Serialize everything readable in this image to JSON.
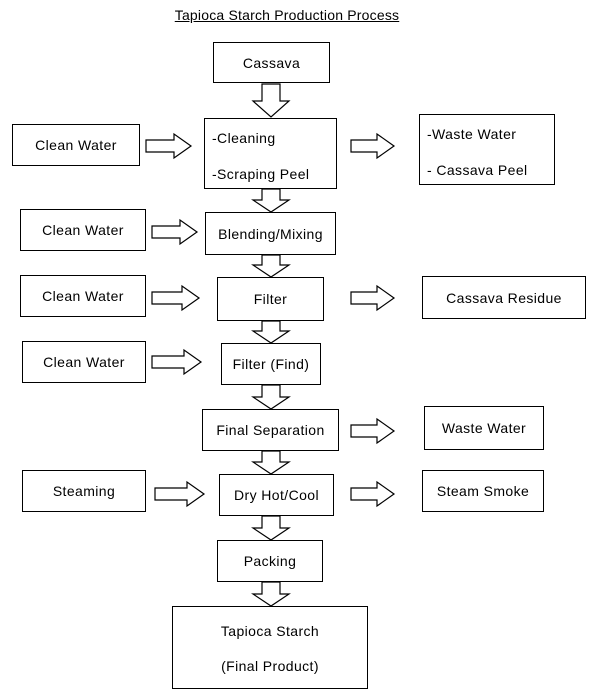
{
  "title": "Tapioca Starch Production Process",
  "steps": {
    "cassava": "Cassava",
    "cleaning_line1": "-Cleaning",
    "cleaning_line2": "-Scraping  Peel",
    "blending": "Blending/Mixing",
    "filter": "Filter",
    "filter_find": "Filter  (Find)",
    "final_separation": "Final  Separation",
    "dry": "Dry  Hot/Cool",
    "packing": "Packing",
    "product_line1": "Tapioca  Starch",
    "product_line2": "(Final  Product)"
  },
  "inputs": {
    "clean_water_1": "Clean  Water",
    "clean_water_2": "Clean  Water",
    "clean_water_3": "Clean  Water",
    "clean_water_4": "Clean  Water",
    "steaming": "Steaming"
  },
  "outputs": {
    "waste_line1": "-Waste  Water",
    "waste_line2": "-  Cassava  Peel",
    "cassava_residue": "Cassava  Residue",
    "waste_water": "Waste  Water",
    "steam_smoke": "Steam  Smoke"
  }
}
